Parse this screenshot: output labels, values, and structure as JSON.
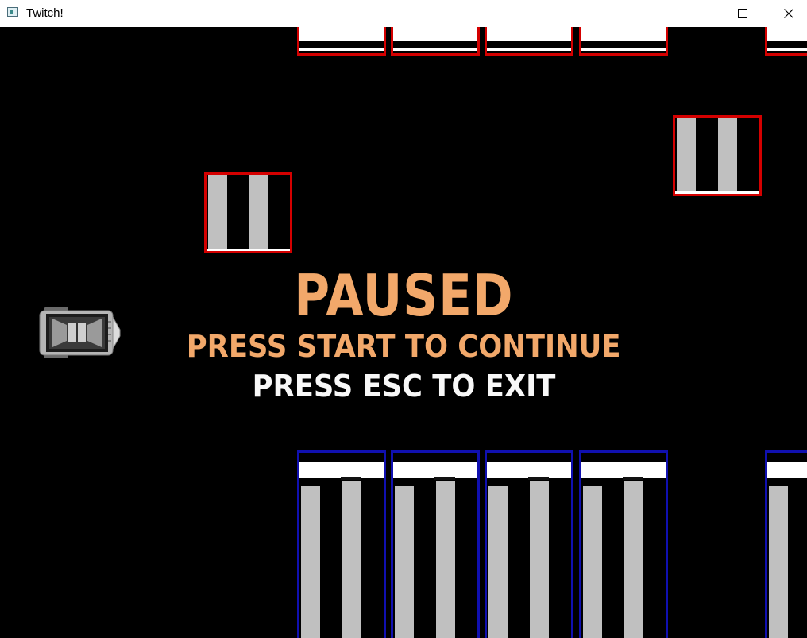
{
  "window": {
    "title": "Twitch!",
    "minimize_icon": "minimize-icon",
    "maximize_icon": "maximize-icon",
    "close_icon": "close-icon"
  },
  "pause_menu": {
    "title": "PAUSED",
    "line1": "PRESS START TO CONTINUE",
    "line2": "PRESS ESC TO EXIT"
  },
  "colors": {
    "background": "#000000",
    "top_obstacle_border": "#d40000",
    "bottom_obstacle_border": "#1010b0",
    "pause_text": "#f2a86a",
    "exit_text": "#f8f8f8"
  }
}
